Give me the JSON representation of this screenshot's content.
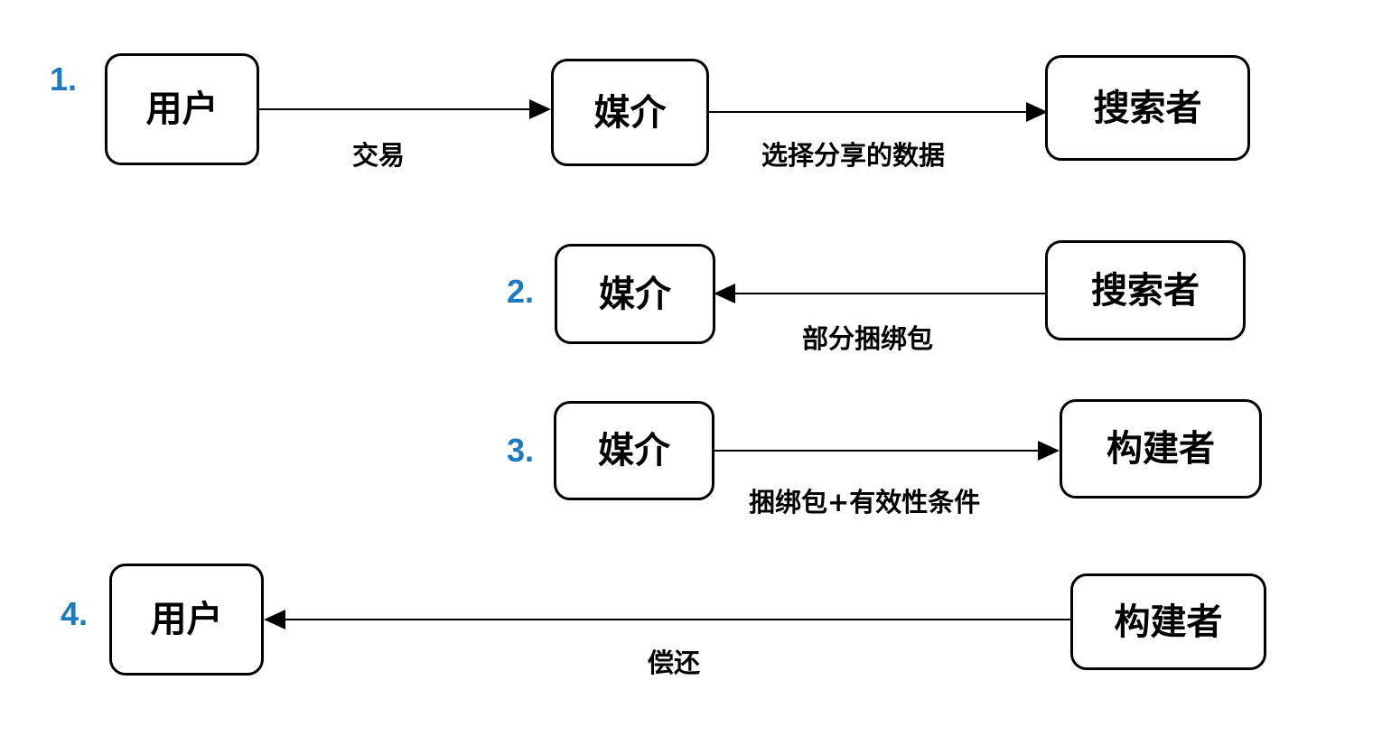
{
  "colors": {
    "step_number": "#1b7ac2",
    "line": "#000000",
    "box_border": "#000000"
  },
  "steps": [
    {
      "number": "1.",
      "from": "用户",
      "to": "媒介",
      "label": "交易",
      "then": {
        "to": "搜索者",
        "label": "选择分享的数据"
      }
    },
    {
      "number": "2.",
      "from": "搜索者",
      "to": "媒介",
      "label": "部分捆绑包"
    },
    {
      "number": "3.",
      "from": "媒介",
      "to": "构建者",
      "label": "捆绑包+有效性条件"
    },
    {
      "number": "4.",
      "from": "构建者",
      "to": "用户",
      "label": "偿还"
    }
  ]
}
